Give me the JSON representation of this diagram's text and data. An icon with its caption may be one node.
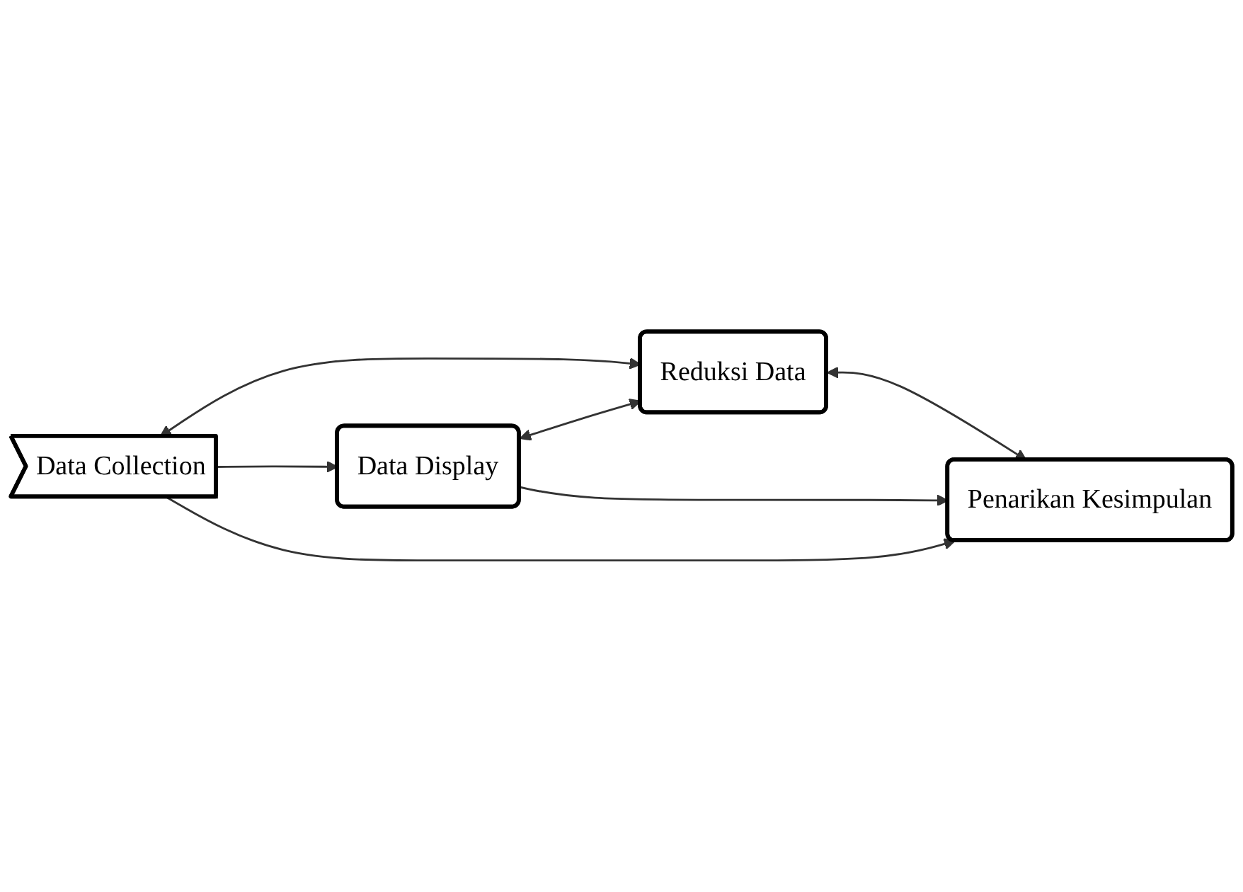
{
  "diagram": {
    "nodes": [
      {
        "text": [
          "Data Collection"
        ]
      },
      {
        "text": [
          "Data Display"
        ]
      },
      {
        "text": [
          "Reduksi Data"
        ]
      },
      {
        "text": [
          "Penarikan Kesimpulan"
        ]
      }
    ],
    "edges": [
      {
        "from": 0,
        "to": 1,
        "arrow": "to"
      },
      {
        "from": 0,
        "to": 2,
        "arrow": "both"
      },
      {
        "from": 1,
        "to": 2,
        "arrow": "both"
      },
      {
        "from": 2,
        "to": 3,
        "arrow": "both"
      },
      {
        "from": 1,
        "to": 3,
        "arrow": "to"
      },
      {
        "from": 0,
        "to": 3,
        "arrow": "to"
      }
    ]
  }
}
